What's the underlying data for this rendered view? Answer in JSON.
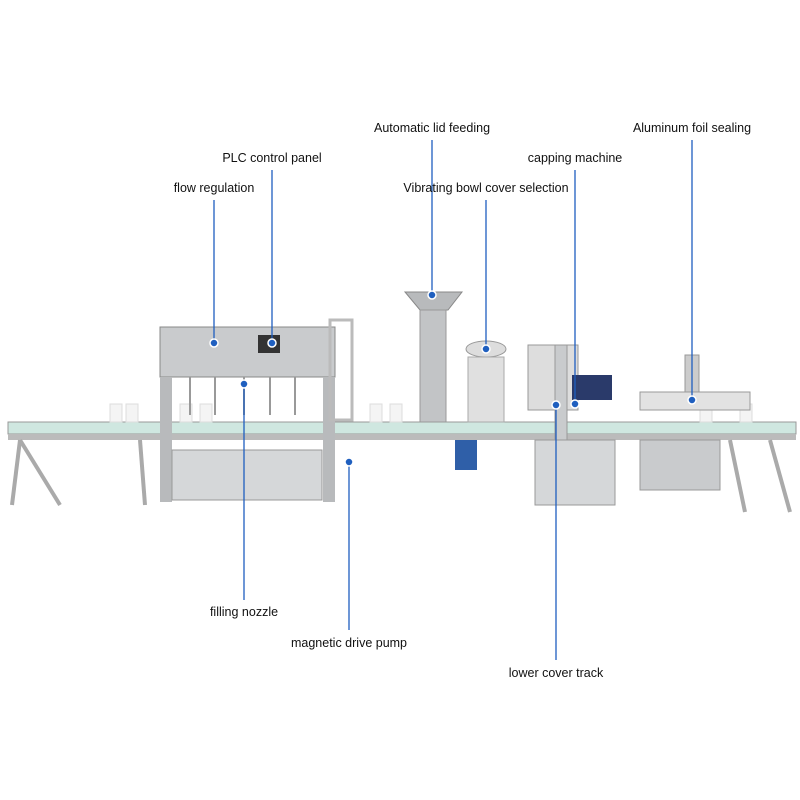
{
  "labels": {
    "automatic_lid_feeding": "Automatic lid feeding",
    "aluminum_foil_sealing": "Aluminum foil sealing",
    "plc_control_panel": "PLC control panel",
    "capping_machine": "capping machine",
    "flow_regulation": "flow regulation",
    "vibrating_bowl": "Vibrating bowl cover selection",
    "filling_nozzle": "filling nozzle",
    "magnetic_drive_pump": "magnetic drive pump",
    "lower_cover_track": "lower cover track"
  },
  "colors": {
    "callout": "#1f5fbf",
    "steel": "#c9cbcd",
    "conveyor": "#cfe7e0"
  }
}
